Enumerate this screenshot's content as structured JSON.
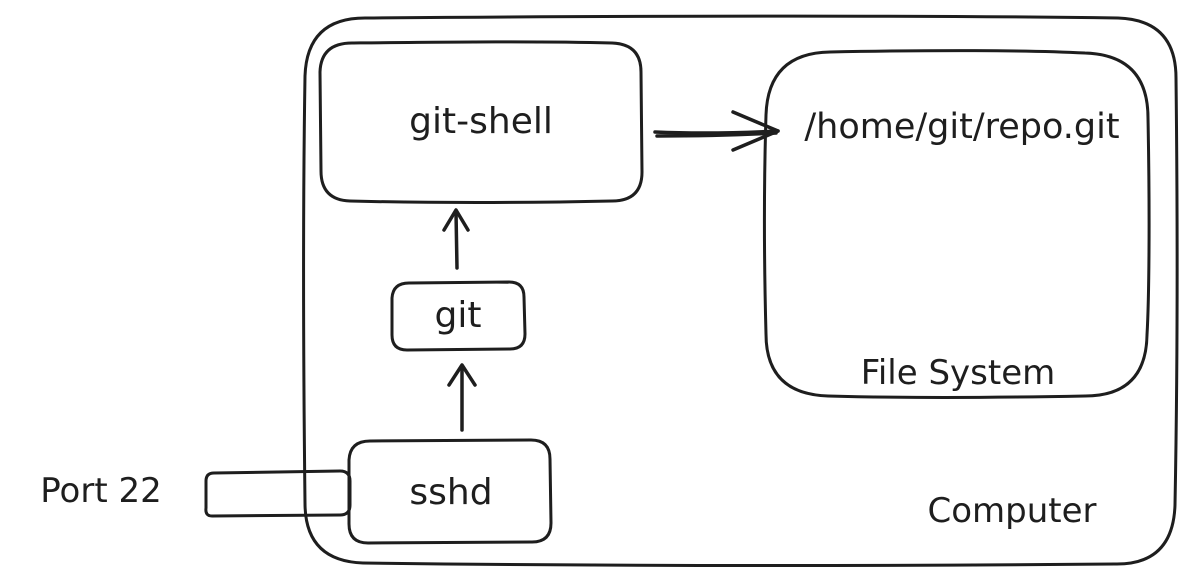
{
  "diagram": {
    "container": {
      "label": "Computer"
    },
    "nodes": {
      "git_shell": {
        "label": "git-shell"
      },
      "git": {
        "label": "git"
      },
      "sshd": {
        "label": "sshd"
      },
      "file_system": {
        "label": "File System",
        "path": "/home/git/repo.git"
      },
      "port": {
        "label": "Port 22"
      }
    },
    "edges": [
      {
        "from": "sshd",
        "to": "git"
      },
      {
        "from": "git",
        "to": "git-shell"
      },
      {
        "from": "git-shell",
        "to": "/home/git/repo.git"
      }
    ]
  }
}
